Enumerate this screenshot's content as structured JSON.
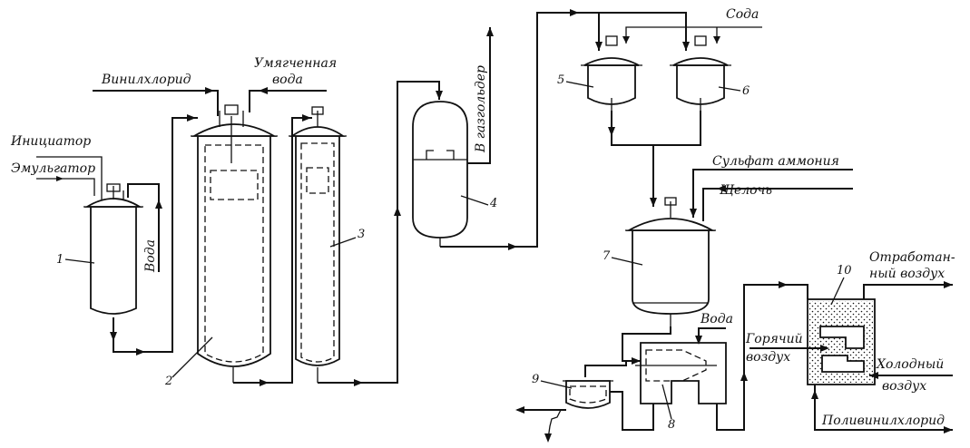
{
  "labels": {
    "initiator": "Инициатор",
    "emulsifier": "Эмульгатор",
    "vinyl_chloride": "Винилхлорид",
    "softened_water_1": "Умягченная",
    "softened_water_2": "вода",
    "water_vertical": "Вода",
    "to_gasholder": "В газгольдер",
    "soda": "Сода",
    "ammonium_sulfate": "Сульфат аммония",
    "alkali": "Щелочь",
    "water_small": "Вода",
    "exhaust_air_1": "Отработан-",
    "exhaust_air_2": "ный воздух",
    "hot_air_1": "Горячий",
    "hot_air_2": "воздух",
    "cold_air_1": "Холодный",
    "cold_air_2": "воздух",
    "pvc": "Поливинилхлорид"
  },
  "numbers": {
    "n1": "1",
    "n2": "2",
    "n3": "3",
    "n4": "4",
    "n5": "5",
    "n6": "6",
    "n7": "7",
    "n8": "8",
    "n9": "9",
    "n10": "10"
  }
}
